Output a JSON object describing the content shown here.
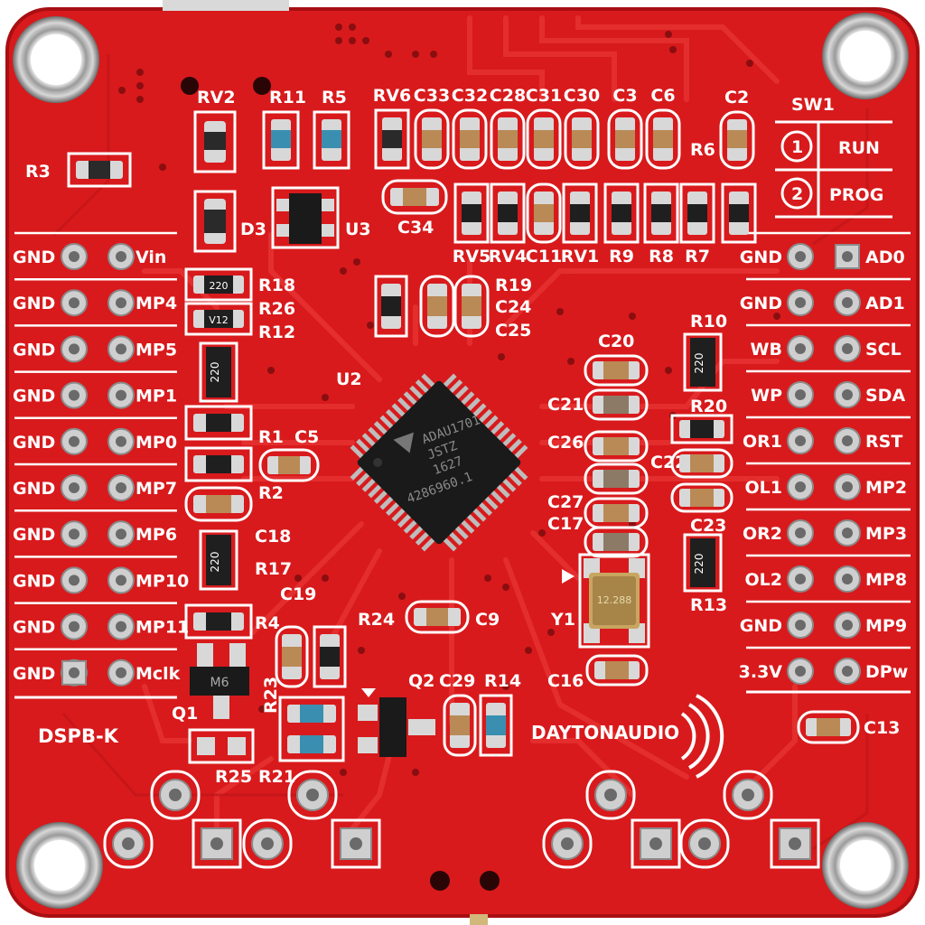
{
  "board": {
    "name": "DSPB-K",
    "brand": "DAYTONAUDIO",
    "colors": {
      "pcb": "#d81a1c",
      "pcb_dark": "#b91216",
      "trace": "#e42a2a",
      "silk": "#ffffff",
      "pad": "#cfcfcf",
      "ic": "#1a1a1a"
    }
  },
  "chip": {
    "ref": "U2",
    "lines": [
      "ADAU1701",
      "JSTZ",
      "1627",
      "4286960.1"
    ]
  },
  "switch": {
    "ref": "SW1",
    "options": [
      {
        "num": "1",
        "label": "RUN"
      },
      {
        "num": "2",
        "label": "PROG"
      }
    ]
  },
  "left_header": [
    {
      "gnd": "GND",
      "sig": "Vin"
    },
    {
      "gnd": "GND",
      "sig": "MP4"
    },
    {
      "gnd": "GND",
      "sig": "MP5"
    },
    {
      "gnd": "GND",
      "sig": "MP1"
    },
    {
      "gnd": "GND",
      "sig": "MP0"
    },
    {
      "gnd": "GND",
      "sig": "MP7"
    },
    {
      "gnd": "GND",
      "sig": "MP6"
    },
    {
      "gnd": "GND",
      "sig": "MP10"
    },
    {
      "gnd": "GND",
      "sig": "MP11"
    },
    {
      "gnd": "GND",
      "sig": "Mclk"
    }
  ],
  "right_header": [
    {
      "left": "GND",
      "right": "AD0"
    },
    {
      "left": "GND",
      "right": "AD1"
    },
    {
      "left": "WB",
      "right": "SCL"
    },
    {
      "left": "WP",
      "right": "SDA"
    },
    {
      "left": "OR1",
      "right": "RST"
    },
    {
      "left": "OL1",
      "right": "MP2"
    },
    {
      "left": "OR2",
      "right": "MP3"
    },
    {
      "left": "OL2",
      "right": "MP8"
    },
    {
      "left": "GND",
      "right": "MP9"
    },
    {
      "left": "3.3V",
      "right": "DPw"
    }
  ],
  "top_refs": [
    "RV6",
    "C33",
    "C32",
    "C28",
    "C31",
    "C30",
    "C3",
    "C6"
  ],
  "mid_refs": [
    "RV5",
    "RV4",
    "C11",
    "RV1",
    "R9",
    "R8",
    "R7"
  ],
  "refs": {
    "rv2": "RV2",
    "r11": "R11",
    "r5": "R5",
    "c2": "C2",
    "r3": "R3",
    "d3": "D3",
    "u3": "U3",
    "c34": "C34",
    "r6": "R6",
    "r18": "R18",
    "r26": "R26",
    "r12": "R12",
    "r19": "R19",
    "c24": "C24",
    "c25": "C25",
    "c20": "C20",
    "r10": "R10",
    "c21": "C21",
    "r20": "R20",
    "c26": "C26",
    "c22": "C22",
    "c27": "C27",
    "c17": "C17",
    "c23": "C23",
    "r13": "R13",
    "y1": "Y1",
    "c16": "C16",
    "r1": "R1",
    "c5": "C5",
    "r2": "R2",
    "c18": "C18",
    "r17": "R17",
    "c19": "C19",
    "r4": "R4",
    "r24": "R24",
    "c9": "C9",
    "q1": "Q1",
    "r23": "R23",
    "q2": "Q2",
    "c29": "C29",
    "r14": "R14",
    "r25": "R25",
    "r21": "R21",
    "c13": "C13"
  },
  "markings": {
    "r_220": "220",
    "r_12": "V12",
    "q1_code": "M6",
    "crystal": "12.288"
  }
}
